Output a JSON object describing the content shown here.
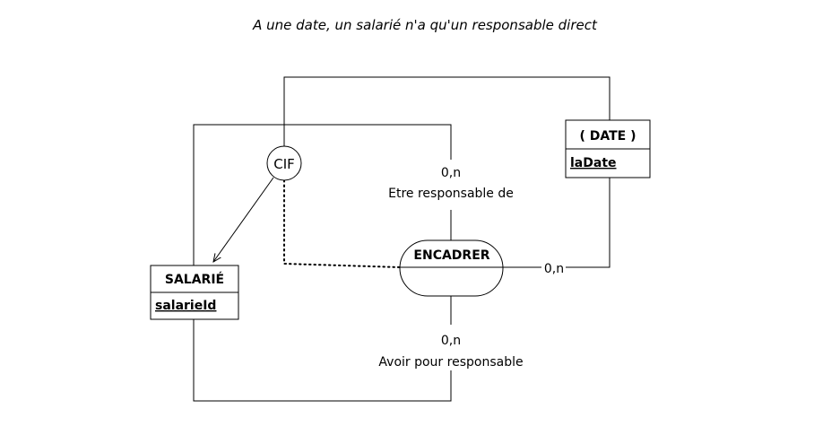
{
  "title": "A une date, un salarié n'a qu'un responsable direct",
  "entities": {
    "salarie": {
      "name": "SALARIÉ",
      "key": "salarieId"
    },
    "date": {
      "name": "( DATE )",
      "key": "laDate"
    }
  },
  "association": {
    "name": "ENCADRER"
  },
  "constraint": {
    "label": "CIF"
  },
  "roles": {
    "top": {
      "cardinality": "0,n",
      "label": "Etre responsable de"
    },
    "bottom": {
      "cardinality": "0,n",
      "label": "Avoir pour responsable"
    },
    "date": {
      "cardinality": "0,n"
    }
  }
}
